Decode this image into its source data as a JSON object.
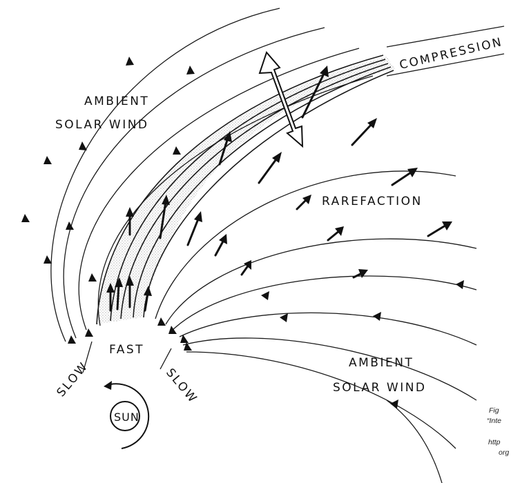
{
  "labels": {
    "ambient_upper_1": "AMBIENT",
    "ambient_upper_2": "SOLAR WIND",
    "compression": "COMPRESSION",
    "rarefaction": "RAREFACTION",
    "ambient_lower_1": "AMBIENT",
    "ambient_lower_2": "SOLAR WIND",
    "slow_left": "SLOW",
    "fast": "FAST",
    "slow_right": "SLOW",
    "sun": "SUN"
  },
  "caption": {
    "line1": "Fig",
    "line2": "“Inte",
    "line3": "http",
    "line4": "org"
  }
}
